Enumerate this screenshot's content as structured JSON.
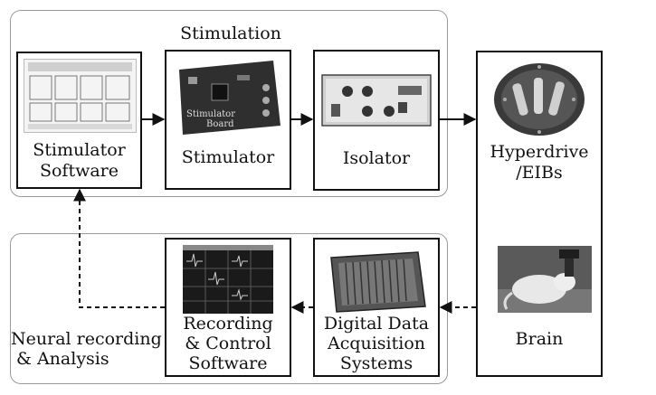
{
  "groups": {
    "stimulation": "Stimulation",
    "recording_line1": "Neural recording",
    "recording_line2": "& Analysis"
  },
  "nodes": {
    "stimulator_software": {
      "line1": "Stimulator",
      "line2": "Software"
    },
    "stimulator": {
      "line1": "Stimulator"
    },
    "isolator": {
      "line1": "Isolator"
    },
    "hyperdrive": {
      "line1": "Hyperdrive",
      "line2": "/EIBs"
    },
    "brain": {
      "line1": "Brain"
    },
    "daq": {
      "line1": "Digital Data",
      "line2": "Acquisition",
      "line3": "Systems"
    },
    "recording_software": {
      "line1": "Recording",
      "line2": "& Control",
      "line3": "Software"
    }
  },
  "board_text": {
    "line1": "Stimulator",
    "line2": "Board"
  },
  "colors": {
    "border": "#111111",
    "group_border": "#9a9a9a",
    "photo_dark": "#3a3a3a"
  }
}
